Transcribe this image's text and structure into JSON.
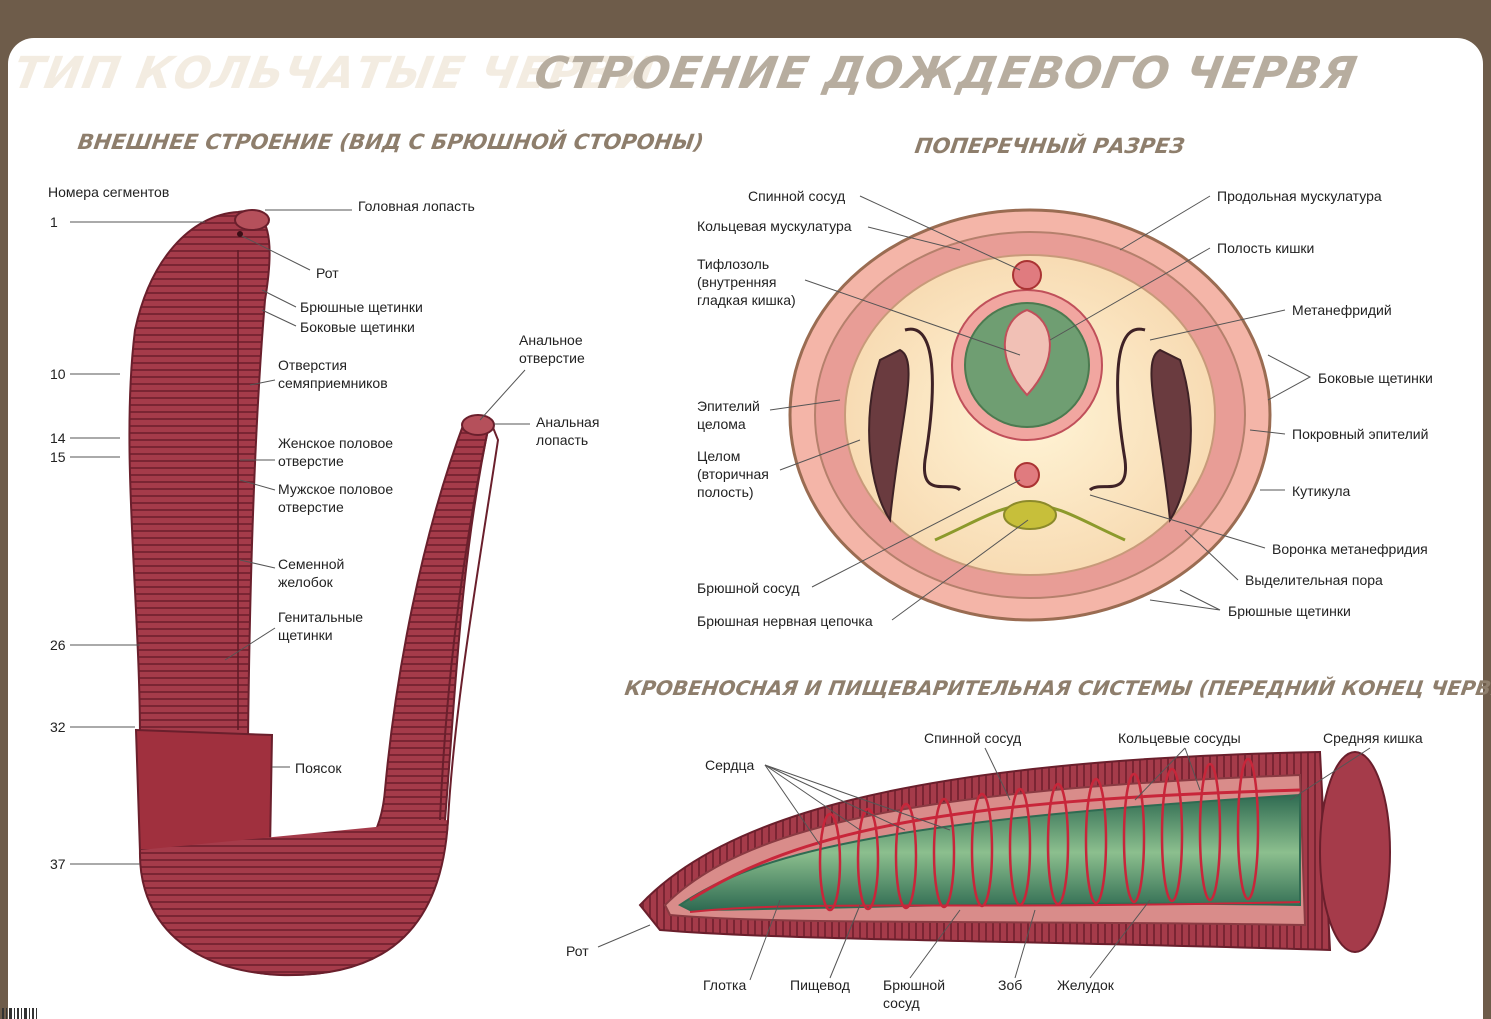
{
  "header": {
    "title": "ТИП КОЛЬЧАТЫЕ ЧЕРВИ",
    "subtitle": "СТРОЕНИЕ ДОЖДЕВОГО ЧЕРВЯ"
  },
  "external": {
    "title": "ВНЕШНЕЕ СТРОЕНИЕ (ВИД С БРЮШНОЙ СТОРОНЫ)",
    "segments_title": "Номера сегментов",
    "segments": [
      "1",
      "10",
      "14",
      "15",
      "26",
      "32",
      "37"
    ],
    "labels": {
      "head_lobe": "Головная лопасть",
      "mouth": "Рот",
      "ventral_setae": "Брюшные щетинки",
      "lateral_setae": "Боковые щетинки",
      "sperm_openings": "Отверстия\nсемяприемников",
      "female_opening": "Женское половое\nотверстие",
      "male_opening": "Мужское половое\nотверстие",
      "seminal_groove": "Семенной\nжелобок",
      "genital_setae": "Генитальные\nщетинки",
      "clitellum": "Поясок",
      "anus": "Анальное\nотверстие",
      "anal_lobe": "Анальная\nлопасть"
    }
  },
  "cross": {
    "title": "ПОПЕРЕЧНЫЙ РАЗРЕЗ",
    "labels": {
      "dorsal_vessel": "Спинной сосуд",
      "circular_muscle": "Кольцевая мускулатура",
      "typhlosole": "Тифлозоль\n(внутренняя\nгладкая кишка)",
      "coelom_epithelium": "Эпителий\nцелома",
      "coelom": "Целом\n(вторичная\nполость)",
      "ventral_vessel": "Брюшной сосуд",
      "nerve_cord": "Брюшная нервная цепочка",
      "longitudinal_muscle": "Продольная мускулатура",
      "gut_cavity": "Полость кишки",
      "metanephridium": "Метанефридий",
      "lateral_setae": "Боковые щетинки",
      "cover_epithelium": "Покровный эпителий",
      "cuticle": "Кутикула",
      "funnel": "Воронка метанефридия",
      "excretory_pore": "Выделительная пора",
      "ventral_setae": "Брюшные щетинки"
    }
  },
  "systems": {
    "title": "КРОВЕНОСНАЯ И ПИЩЕВАРИТЕЛЬНАЯ СИСТЕМЫ (ПЕРЕДНИЙ КОНЕЦ ЧЕРВЯ)",
    "labels": {
      "hearts": "Сердца",
      "dorsal_vessel": "Спинной сосуд",
      "ring_vessels": "Кольцевые сосуды",
      "midgut": "Средняя кишка",
      "mouth": "Рот",
      "pharynx": "Глотка",
      "esophagus": "Пищевод",
      "ventral_vessel": "Брюшной\nсосуд",
      "crop": "Зоб",
      "stomach": "Желудок"
    }
  },
  "colors": {
    "worm": "#a23a48",
    "worm_dark": "#7a2533",
    "accent_title": "#8e7e6c",
    "band": "#6e5c4a",
    "gut_green": "#6f9e72",
    "vessel_red": "#c8263a"
  }
}
